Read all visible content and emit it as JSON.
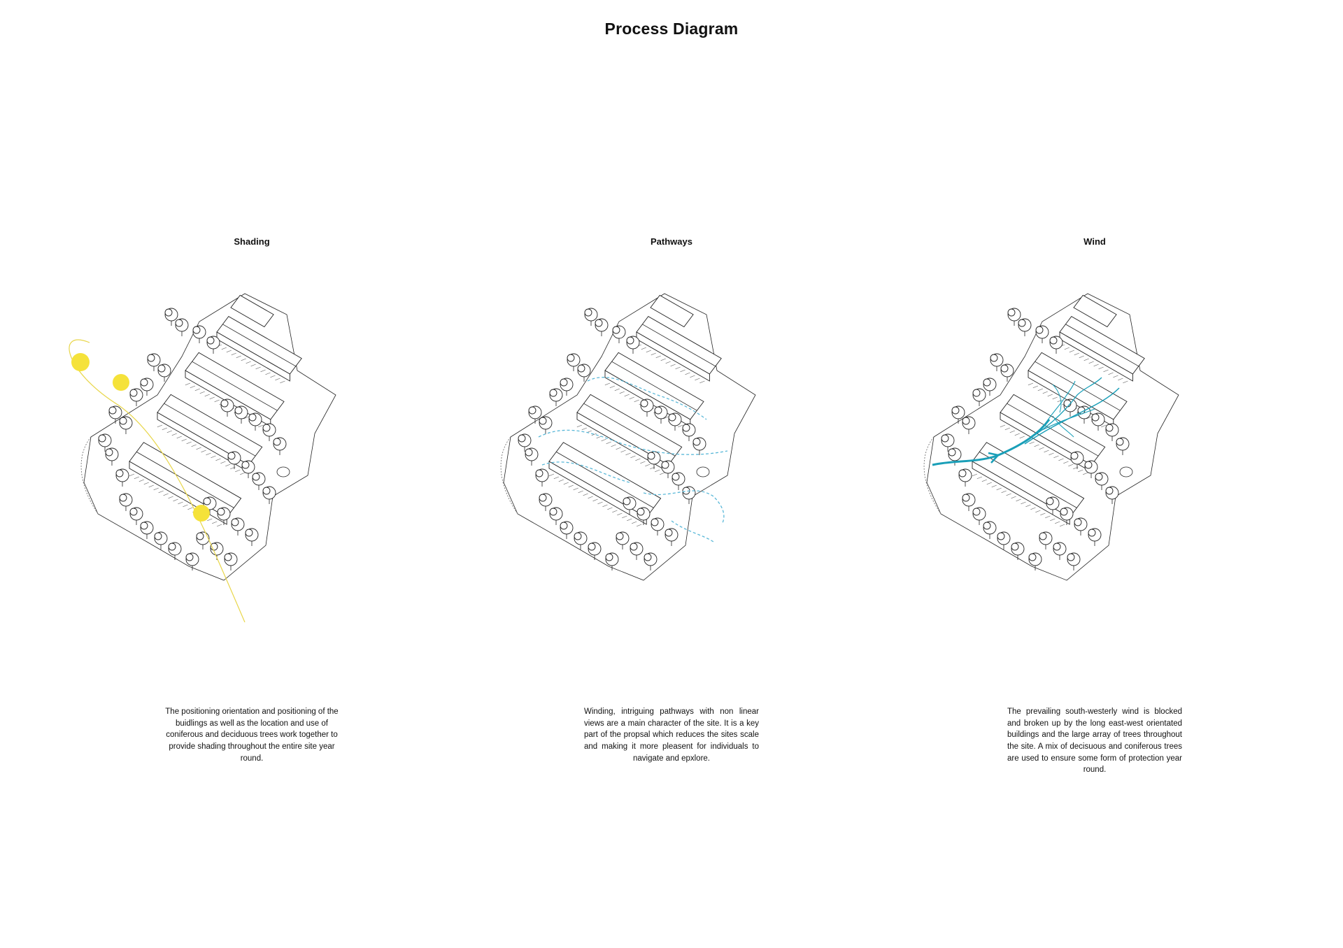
{
  "title": "Process Diagram",
  "panels": [
    {
      "heading": "Shading",
      "caption": "The positioning orientation and positioning of the buidlings as well as the location and use of coniferous and deciduous trees work together to provide shading throughout the entire site year round."
    },
    {
      "heading": "Pathways",
      "caption": "Winding, intriguing pathways with non linear views are a main character of the site. It is a key part of the propsal which reduces the sites scale and making it more pleasent for individuals to navigate and epxlore."
    },
    {
      "heading": "Wind",
      "caption": "The prevailing south-westerly wind is blocked and broken up by the long east-west orientated buildings and the large array of trees throughout the site.  A mix of decisuous and coniferous trees are used to ensure some form of protection year round."
    }
  ],
  "colors": {
    "sun": "#f5e23a",
    "sun_path": "#e8d64a",
    "pathway": "#5ab8d8",
    "wind": "#1a9fb8"
  }
}
